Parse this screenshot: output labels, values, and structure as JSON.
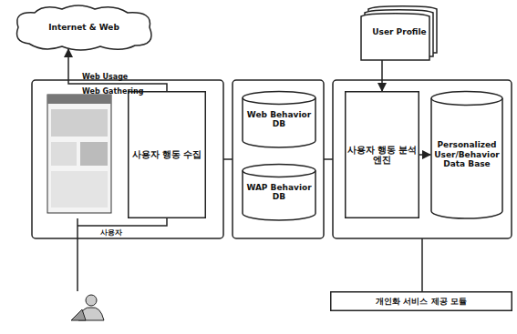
{
  "diagram": {
    "nodes": [
      {
        "text": [
          "Internet & Web"
        ]
      },
      {
        "text": [
          "사용자 행동 수집"
        ]
      },
      {
        "text": [
          "Web Behavior DB"
        ]
      },
      {
        "text": [
          "WAP Behavior DB"
        ]
      },
      {
        "text": [
          "User Profile"
        ]
      },
      {
        "text": [
          "사용자 행동 분석 엔진"
        ]
      },
      {
        "text": [
          "Personalized User/Behavior Data Base"
        ]
      },
      {
        "text": [
          "개인화 서비스 제공 모듈"
        ]
      }
    ],
    "edges": [
      {
        "from": 1,
        "to": 0,
        "arrow": "to"
      },
      {
        "from": 4,
        "to": 5,
        "arrow": "to"
      },
      {
        "from": 5,
        "to": 6,
        "arrow": "to"
      }
    ],
    "labels": [
      "Web Usage",
      "Web Gathering",
      "사용자"
    ]
  }
}
